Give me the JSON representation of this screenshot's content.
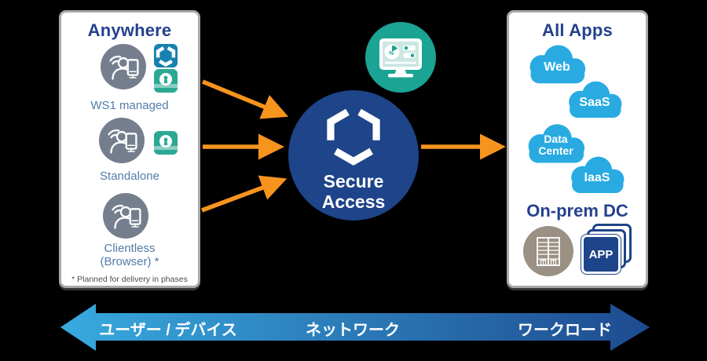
{
  "left_panel": {
    "title": "Anywhere",
    "items": [
      {
        "label": "WS1 managed"
      },
      {
        "label": "Standalone"
      },
      {
        "label_line1": "Clientless",
        "label_line2": "(Browser) *"
      }
    ],
    "footnote": "* Planned for delivery in phases"
  },
  "center_node": {
    "line1": "Secure",
    "line2": "Access"
  },
  "right_panel": {
    "title": "All Apps",
    "clouds": [
      {
        "label": "Web"
      },
      {
        "label": "SaaS"
      },
      {
        "label_line1": "Data",
        "label_line2": "Center"
      },
      {
        "label": "IaaS"
      }
    ],
    "on_prem_title": "On-prem DC",
    "app_badge": "APP"
  },
  "bottom_axis": {
    "labels": [
      "ユーザー / デバイス",
      "ネットワーク",
      "ワークロード"
    ]
  },
  "colors": {
    "navy_title": "#24418E",
    "hub_navy": "#1E4489",
    "steel_label": "#527CA9",
    "orange_arrow": "#F7941E",
    "cloud_blue": "#29ABE2",
    "teal_node": "#1BA393",
    "badge_blue": "#1781AF",
    "badge_green": "#2BA893",
    "device_gray": "#757E8D",
    "building_taupe": "#9A9083",
    "axis_gradient_left": "#38AADF",
    "axis_gradient_right": "#1E4A90"
  }
}
